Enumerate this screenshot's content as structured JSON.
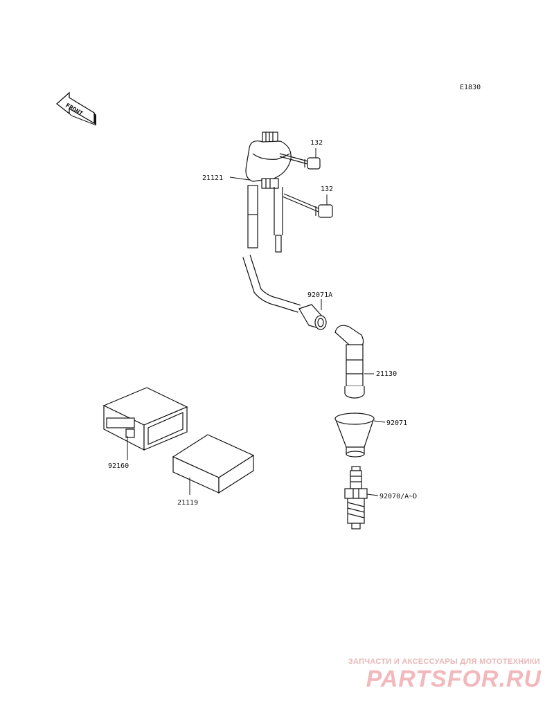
{
  "diagram_code": "E1830",
  "front_label": "FRONT",
  "callouts": {
    "bolt_upper": "132",
    "bolt_lower": "132",
    "ignition_coil": "21121",
    "cap_a": "92071A",
    "plug_cap": "21130",
    "boot": "92071",
    "bracket": "92160",
    "igniter": "21119",
    "spark_plug": "92070/A~D"
  },
  "watermark": {
    "tagline": "ЗАПЧАСТИ И АКСЕССУАРЫ ДЛЯ МОТОТЕХНИКИ",
    "logo": "PARTSFOR.RU"
  },
  "colors": {
    "line": "#111111",
    "watermark": "#f2b8bc"
  }
}
